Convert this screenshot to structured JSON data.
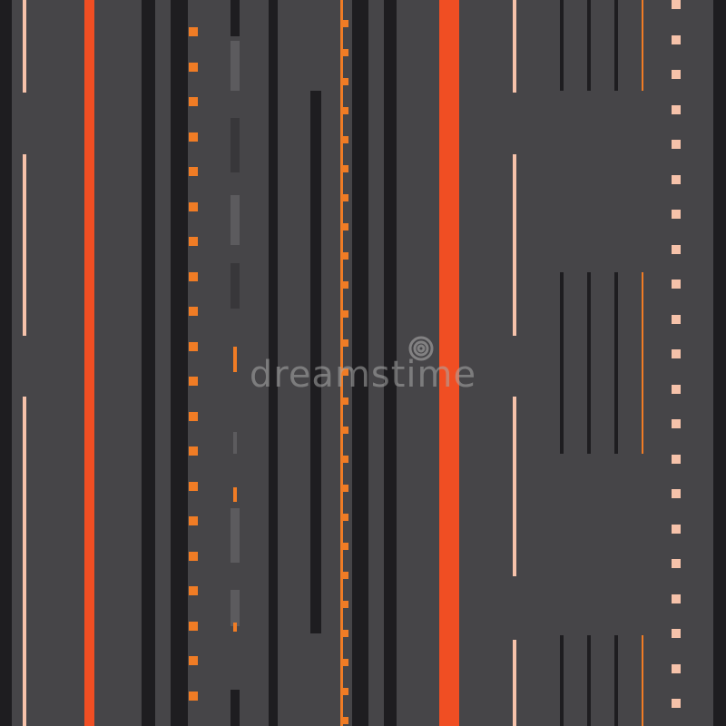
{
  "image": {
    "description_type": "seamless vertical stripe pattern",
    "palette": {
      "background": "#464548",
      "charcoal": "#1e1d20",
      "orange_red": "#f04e23",
      "orange": "#f07c25",
      "peach": "#f6c2aa",
      "dash_gray": "#5c5b5e",
      "dash_gray_dark": "#38373a"
    }
  },
  "watermark": {
    "text": "dreamstime",
    "logo": "dreamstime-spiral-logo"
  }
}
